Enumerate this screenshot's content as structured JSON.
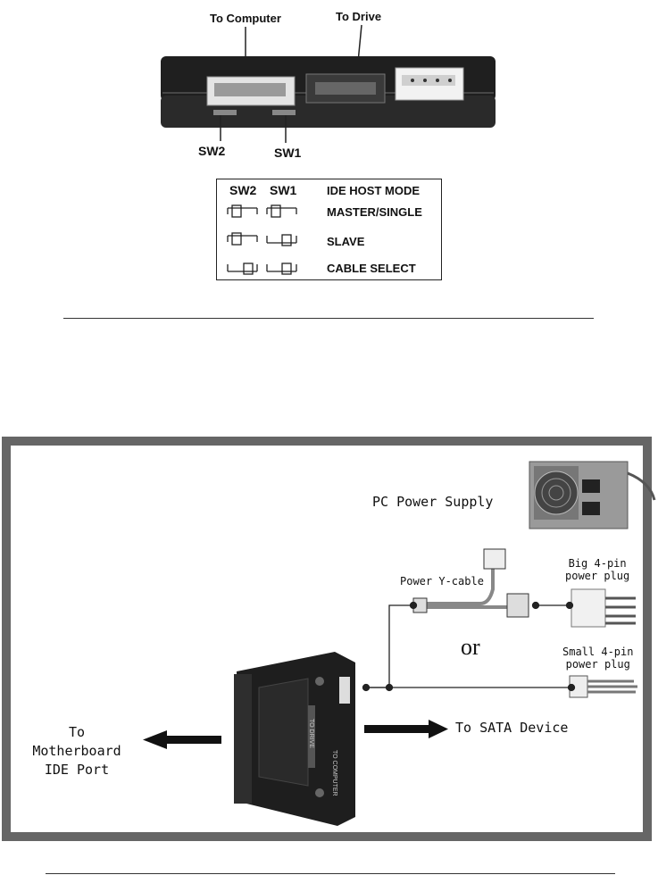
{
  "top_labels": {
    "to_computer": "To Computer",
    "to_drive": "To Drive",
    "sw2": "SW2",
    "sw1": "SW1"
  },
  "mode_table": {
    "headers": [
      "SW2",
      "SW1",
      "IDE HOST MODE"
    ],
    "rows": [
      {
        "mode": "MASTER/SINGLE"
      },
      {
        "mode": "SLAVE"
      },
      {
        "mode": "CABLE SELECT"
      }
    ]
  },
  "diagram": {
    "pc_power_supply": "PC Power Supply",
    "power_y_cable": "Power Y-cable",
    "big_plug_line1": "Big 4-pin",
    "big_plug_line2": "power plug",
    "or_text": "or",
    "small_plug_line1": "Small 4-pin",
    "small_plug_line2": "power plug",
    "mb_line1": "To Motherboard",
    "mb_line2": "IDE Port",
    "sata_device": "To SATA Device",
    "adapter_side_text1": "TO DRIVE",
    "adapter_side_text2": "TO COMPUTER"
  },
  "colors": {
    "frame": "#666666",
    "device_dark": "#1f1f1f"
  }
}
